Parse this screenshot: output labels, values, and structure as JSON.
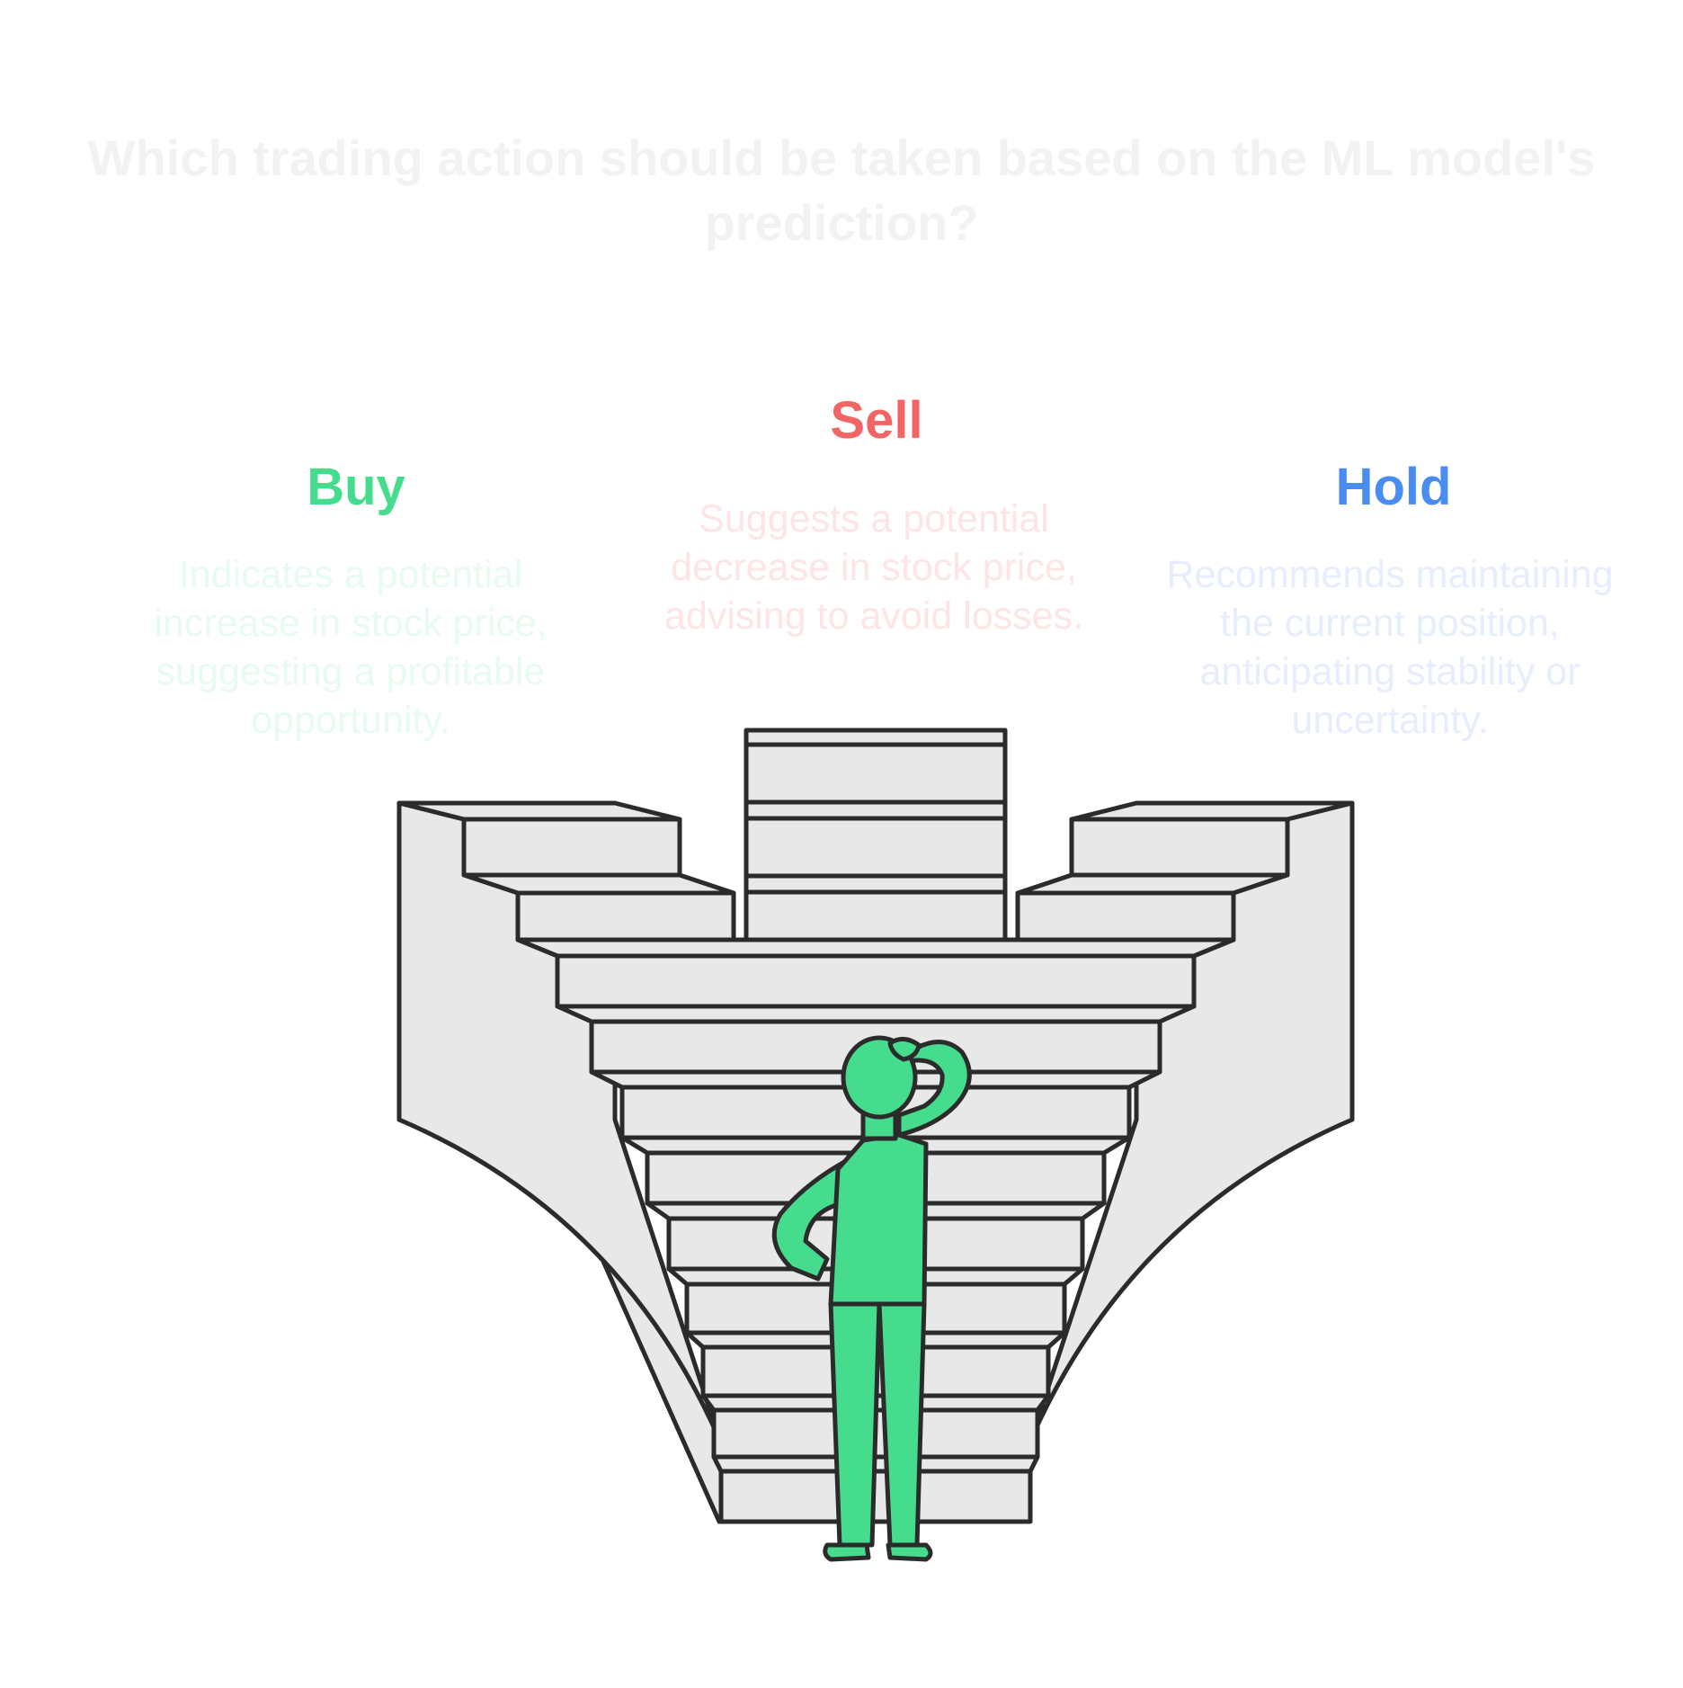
{
  "title": "Which trading action should be taken based on the ML model's prediction?",
  "options": [
    {
      "label": "Buy",
      "description": "Indicates a potential increase in stock price, suggesting a profitable opportunity.",
      "color": "#46dc8e",
      "description_color": "#e8fbf1"
    },
    {
      "label": "Sell",
      "description": "Suggests a potential decrease in stock price, advising to avoid losses.",
      "color": "#f26565",
      "description_color": "#fde5e5"
    },
    {
      "label": "Hold",
      "description": "Recommends maintaining the current position, anticipating stability or uncertainty.",
      "color": "#4a8df2",
      "description_color": "#e6eefd"
    }
  ],
  "colors": {
    "title": "#f2f2f2",
    "stairs_fill": "#e8e8e8",
    "outline": "#2b2b2b",
    "person": "#46dc8e"
  }
}
